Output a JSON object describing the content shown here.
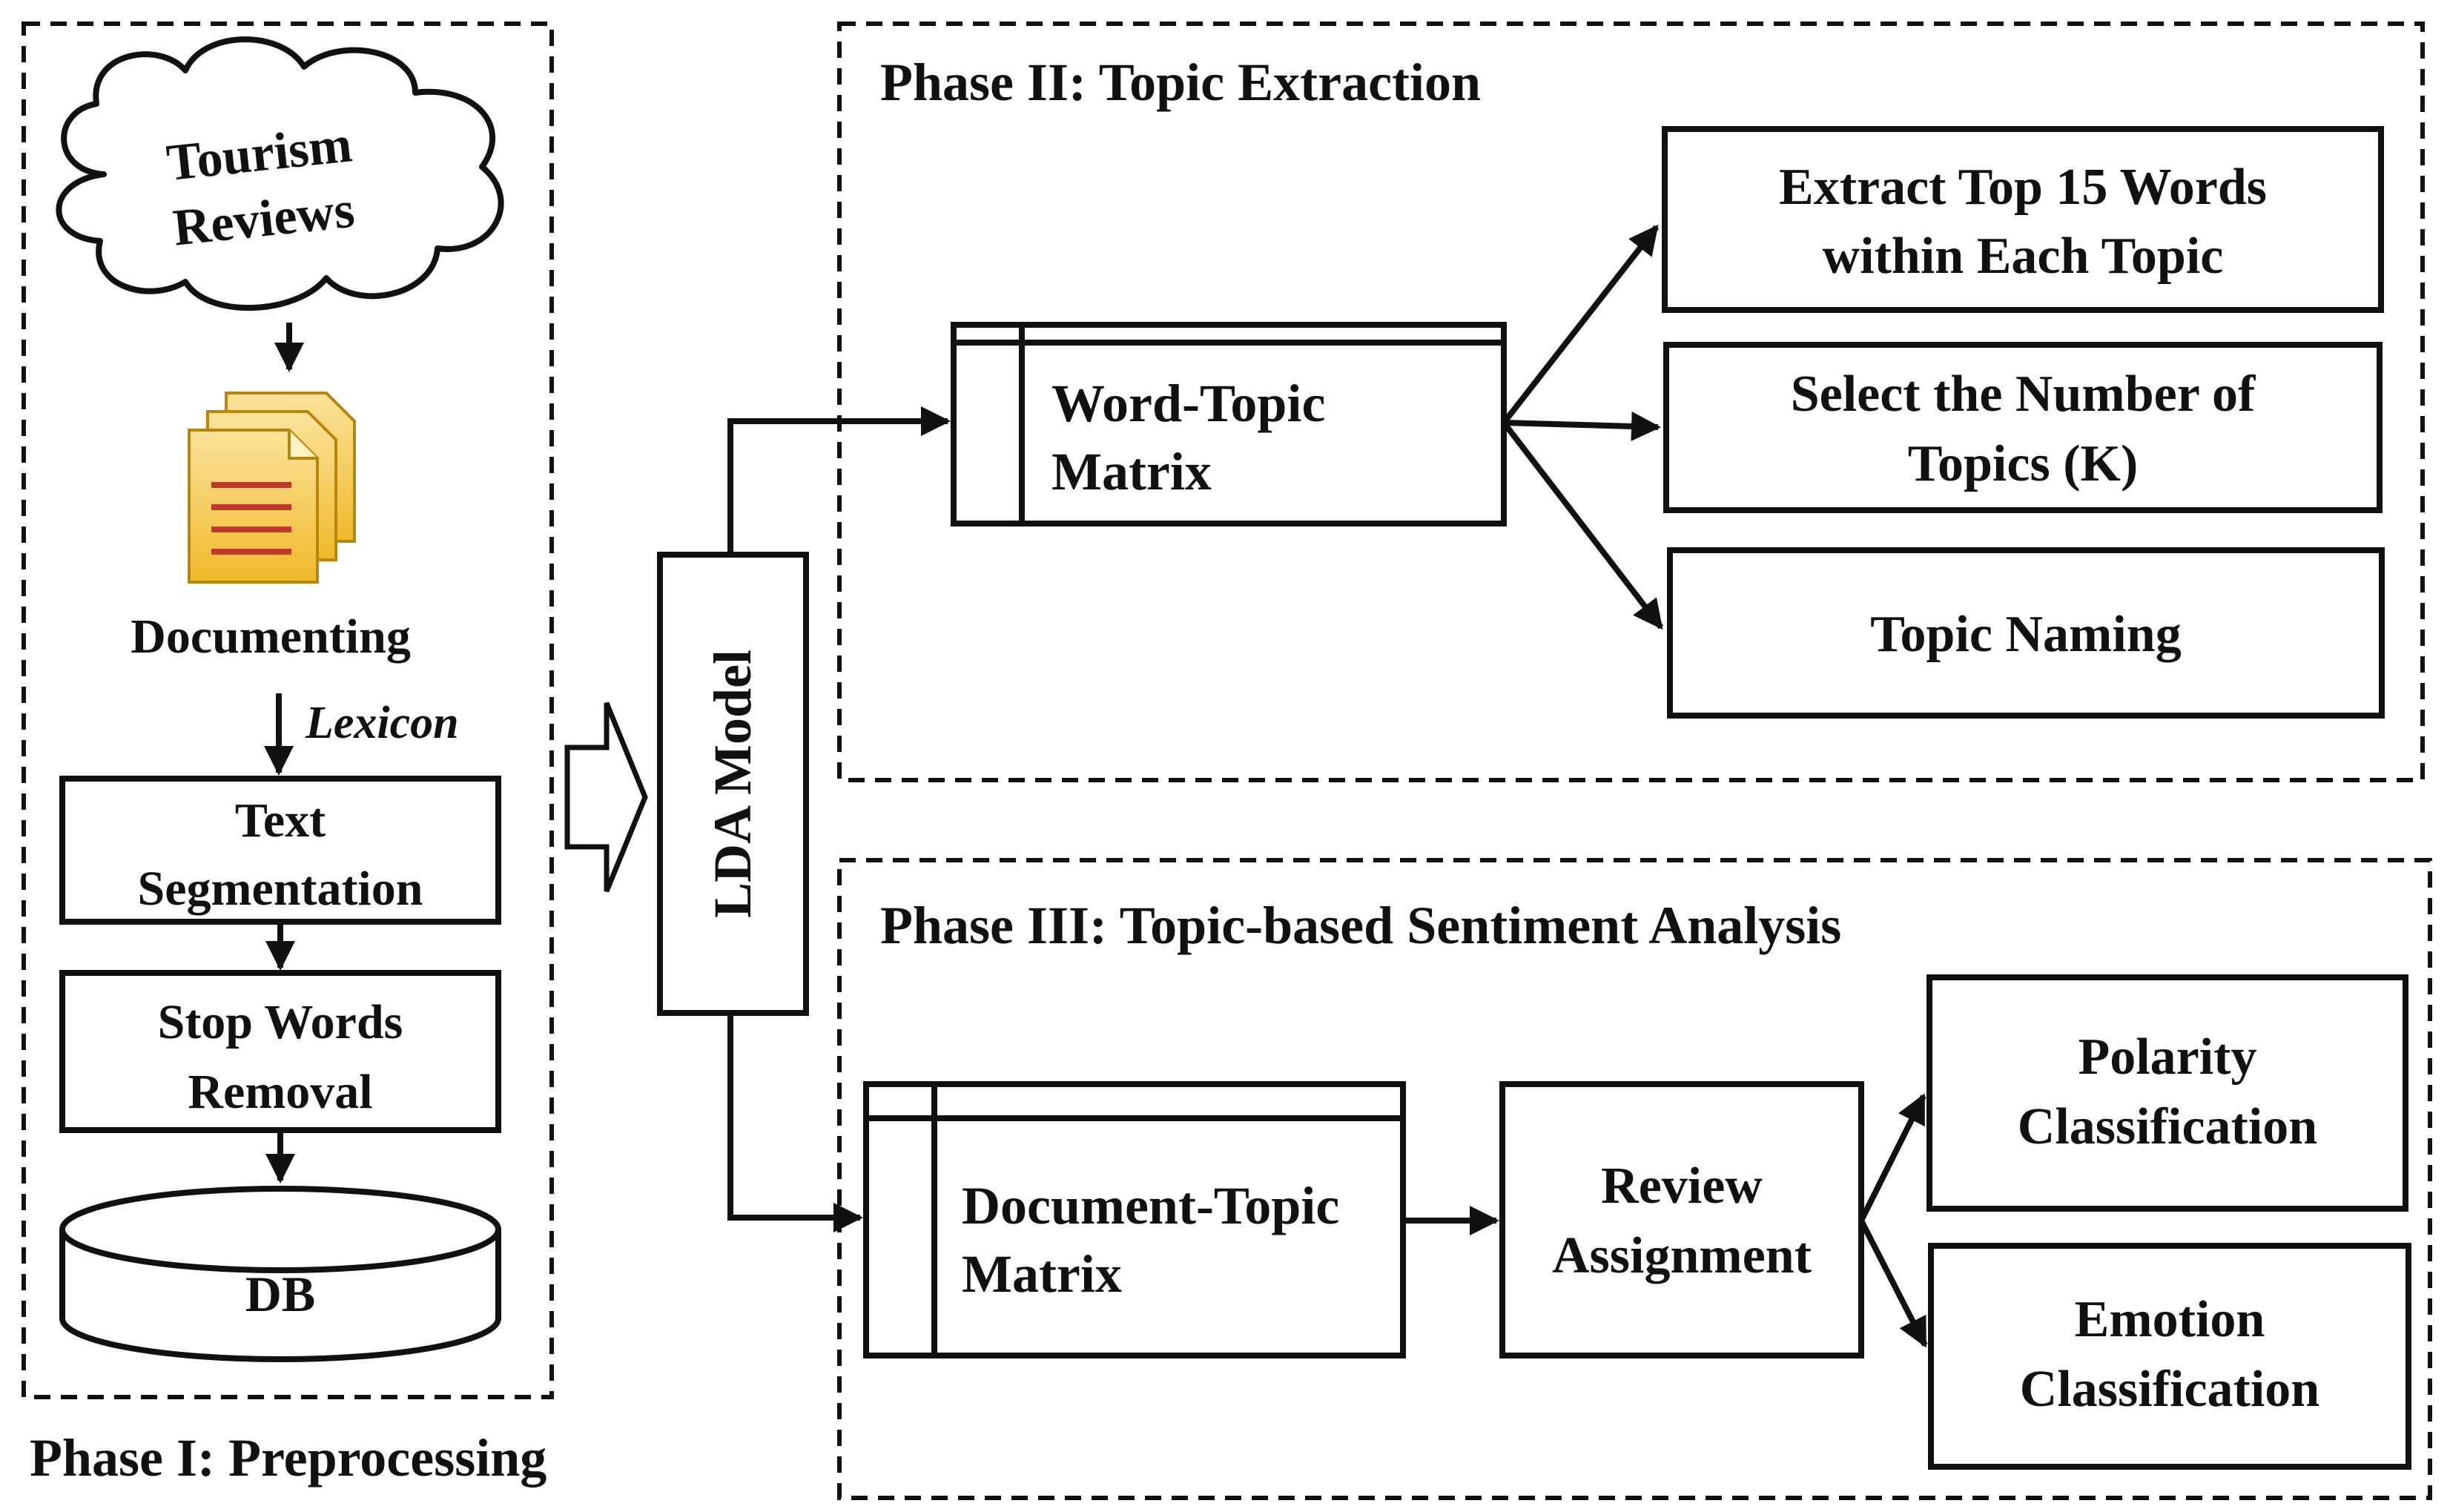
{
  "phase1": {
    "title": "Phase I: Preprocessing",
    "cloud_label_1": "Tourism",
    "cloud_label_2": "Reviews",
    "documenting": "Documenting",
    "lexicon": "Lexicon",
    "text_seg_1": "Text",
    "text_seg_2": "Segmentation",
    "stop_1": "Stop Words",
    "stop_2": "Removal",
    "db": "DB"
  },
  "lda": {
    "label": "LDA Model"
  },
  "phase2": {
    "title": "Phase II: Topic Extraction",
    "matrix_1": "Word-Topic",
    "matrix_2": "Matrix",
    "extract_1": "Extract Top 15 Words",
    "extract_2": "within Each Topic",
    "select_1": "Select the Number of",
    "select_2": "Topics (K)",
    "naming": "Topic Naming"
  },
  "phase3": {
    "title": "Phase III: Topic-based Sentiment Analysis",
    "matrix_1": "Document-Topic",
    "matrix_2": "Matrix",
    "review_1": "Review",
    "review_2": "Assignment",
    "polarity_1": "Polarity",
    "polarity_2": "Classification",
    "emotion_1": "Emotion",
    "emotion_2": "Classification"
  },
  "colors": {
    "ink": "#111111",
    "document_fill": "#f7c948",
    "document_lines": "#c0392b"
  },
  "icons": {
    "cloud": "cloud-shape",
    "documents": "stacked-documents-icon",
    "database": "cylinder-database-icon",
    "block_arrow": "hollow-right-arrow"
  }
}
